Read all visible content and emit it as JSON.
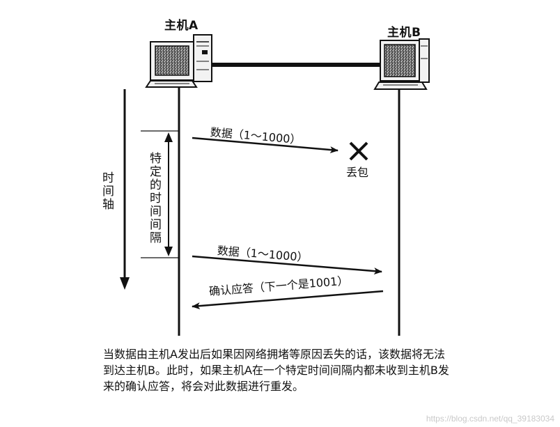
{
  "hosts": {
    "a_label": "主机A",
    "b_label": "主机B"
  },
  "messages": {
    "first_send": "数据（1～1000）",
    "second_send": "数据（1～1000）",
    "ack": "确认应答（下一个是1001）"
  },
  "loss_label": "丢包",
  "time_axis_label": "时间轴",
  "interval_label": "特定的时间间隔",
  "caption": "当数据由主机A发出后如果因网络拥堵等原因丢失的话，该数据将无法到达主机B。此时，如果主机A在一个特定时间间隔内都未收到主机B发来的确认应答，将会对此数据进行重发。",
  "watermark": "https://blog.csdn.net/qq_39183034",
  "icons": {
    "computer_a": "computer-icon",
    "computer_b": "computer-icon",
    "loss_mark": "cross-icon"
  }
}
